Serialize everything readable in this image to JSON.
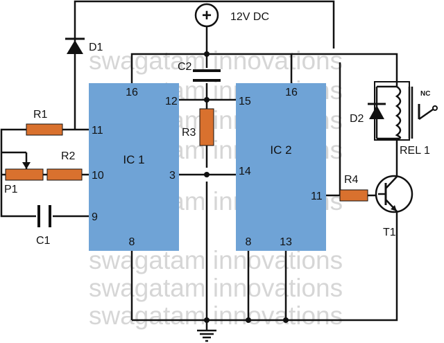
{
  "supply": {
    "symbol": "+",
    "label": "12V DC"
  },
  "ics": [
    {
      "name": "IC 1",
      "pins": [
        "16",
        "12",
        "11",
        "10",
        "9",
        "3",
        "8"
      ]
    },
    {
      "name": "IC 2",
      "pins": [
        "15",
        "16",
        "14",
        "11",
        "8",
        "13"
      ]
    }
  ],
  "components": {
    "d1": "D1",
    "d2": "D2",
    "c1": "C1",
    "c2": "C2",
    "r1": "R1",
    "r2": "R2",
    "r3": "R3",
    "r4": "R4",
    "p1": "P1",
    "t1": "T1",
    "relay": "REL 1",
    "nc": "NC"
  },
  "watermark": [
    "swagatam innovations",
    "swagatam innovations",
    "swagatam innovations",
    "swagatam innovations",
    "swagatam innovations",
    "swagatam innovations",
    "swagatam innovations",
    "swagatam innovations"
  ],
  "colors": {
    "ic_fill": "#6fa3d6",
    "resistor_fill": "#d9712e",
    "watermark": "#d6d6d6",
    "wire": "#111111"
  }
}
